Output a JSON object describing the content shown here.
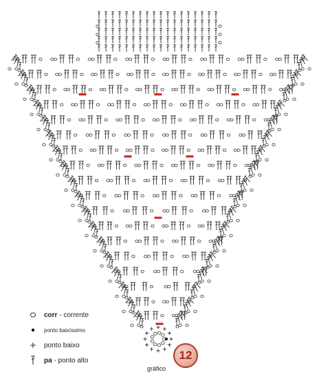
{
  "legend": {
    "items": [
      {
        "symbol": "chain-icon",
        "bold": "corr",
        "rest": " - corrente"
      },
      {
        "symbol": "slip-stitch-icon",
        "bold": "",
        "rest": "ponto baixíssimo"
      },
      {
        "symbol": "single-crochet-icon",
        "bold": "",
        "rest": "ponto baixo"
      },
      {
        "symbol": "double-crochet-icon",
        "bold": "pa",
        "rest": " - ponto alto"
      }
    ]
  },
  "caption": "gráfico",
  "badge": "12",
  "colors": {
    "stitch": "#333333",
    "marker": "#cc1f1f",
    "badge_border": "#b13a2c"
  }
}
